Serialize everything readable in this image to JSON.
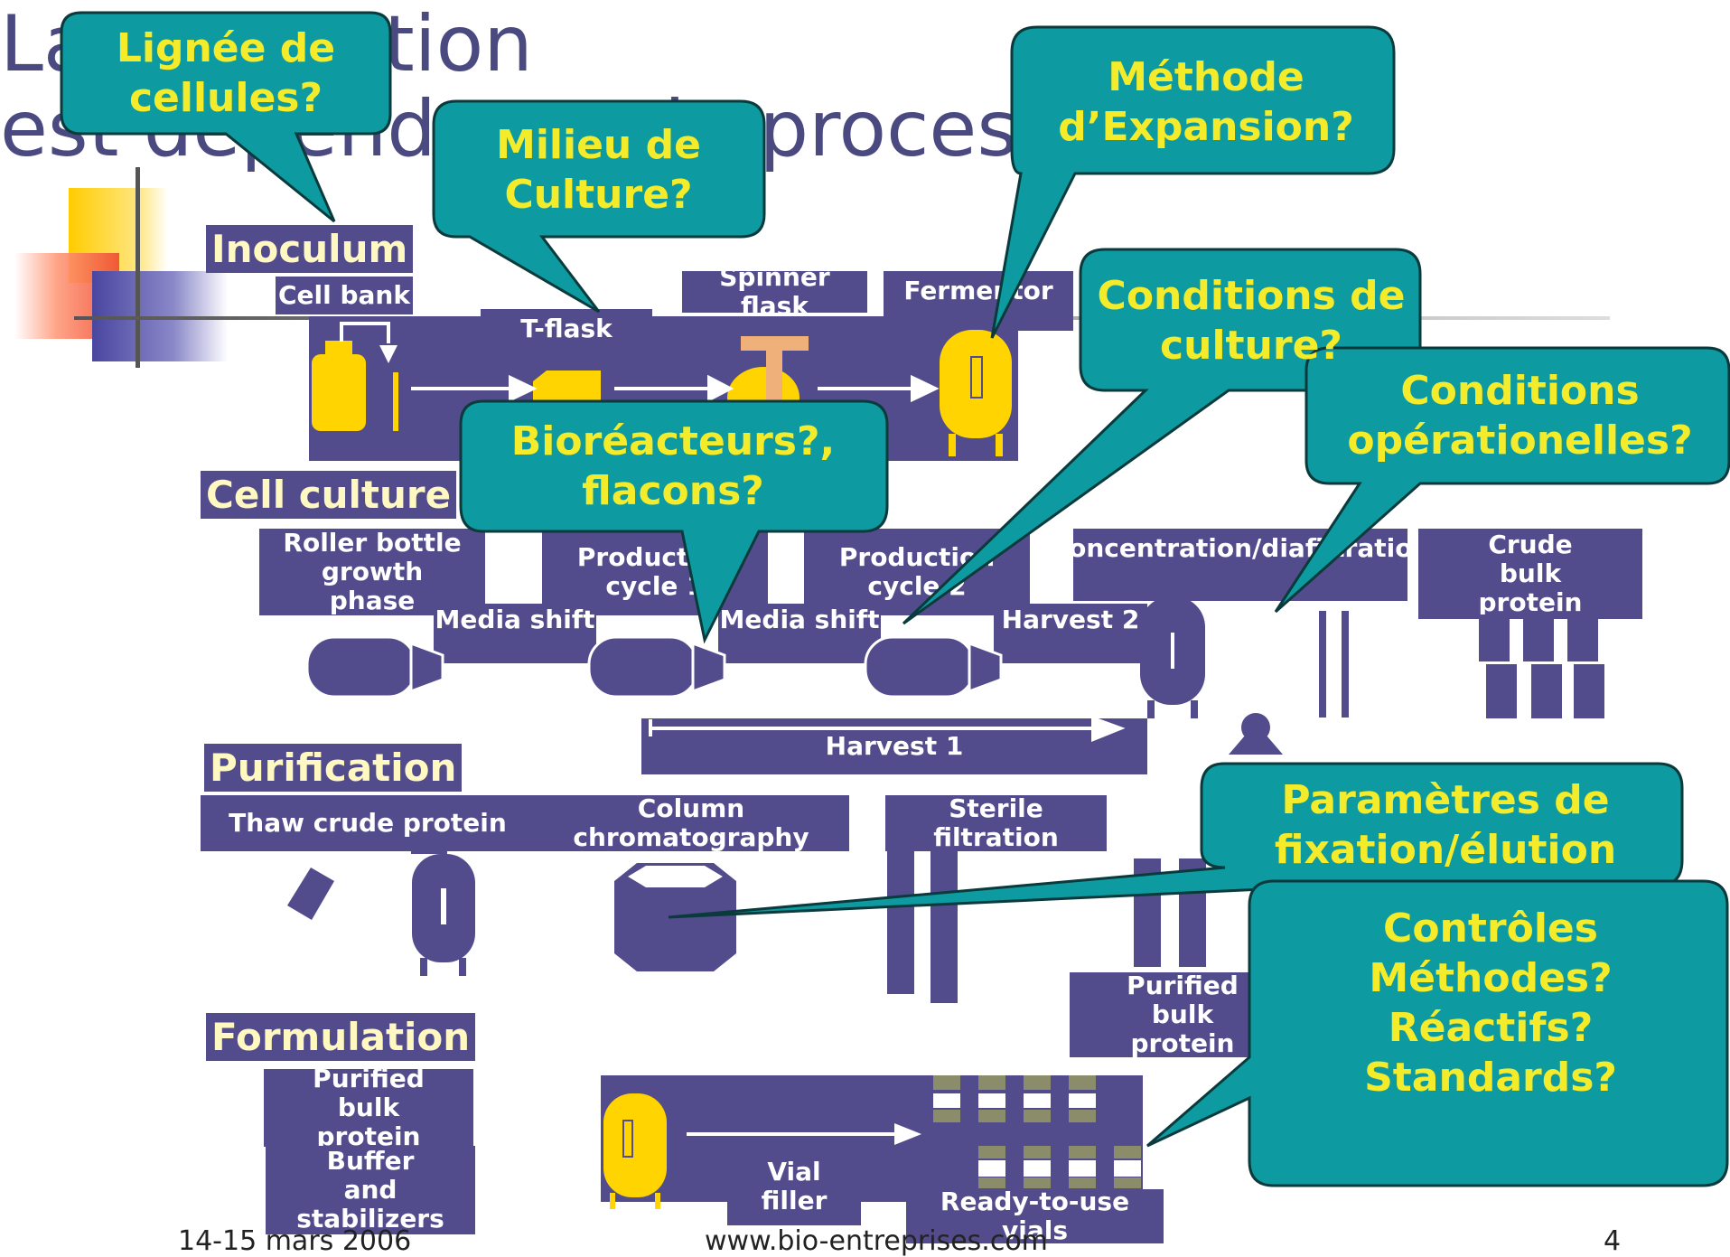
{
  "slide": {
    "title_line1": "La production",
    "title_line2": "est dépendante du processus",
    "footer_date": "14-15 mars 2006",
    "footer_site": "www.bio-entreprises.com",
    "page_number": "4"
  },
  "sections": {
    "inoculum": "Inoculum",
    "cell_culture": "Cell culture",
    "purification": "Purification",
    "formulation": "Formulation"
  },
  "labels": {
    "cell_bank": "Cell bank",
    "t_flask": "T-flask",
    "spinner_flask": "Spinner flask",
    "fermentor": "Fermentor",
    "roller_bottle": "Roller bottle growth phase",
    "production_cycle_1": "Production cycle 1",
    "production_cycle_2": "Production cycle 2",
    "concentration": "Concentration/diafiltration",
    "crude_bulk": "Crude bulk protein",
    "media_shift_1": "Media shift",
    "media_shift_2": "Media shift",
    "harvest_2": "Harvest 2",
    "harvest_1": "Harvest 1",
    "thaw_crude": "Thaw crude protein",
    "column_chrom": "Column chromatography",
    "sterile_filtration": "Sterile filtration",
    "purified_bulk_right": "Purified bulk protein",
    "purified_bulk_left": "Purified bulk protein",
    "buffer": "Buffer and stabilizers",
    "vial_filler": "Vial filler",
    "ready_vials": "Ready-to-use vials"
  },
  "callouts": {
    "lignee": "Lignée de cellules?",
    "milieu": "Milieu de Culture?",
    "methode": "Méthode d’Expansion?",
    "conditions_culture": "Conditions de culture?",
    "conditions_oper": "Conditions opérationelles?",
    "bioreacteurs": "Bioréacteurs?, flacons?",
    "parametres": "Paramètres de fixation/élution",
    "controles": "Contrôles Méthodes? Réactifs? Standards?"
  },
  "colors": {
    "box_purple": "#524c8c",
    "callout_teal": "#0d9aa0",
    "callout_text": "#f4ec2a",
    "equipment_yellow": "#ffd400"
  }
}
